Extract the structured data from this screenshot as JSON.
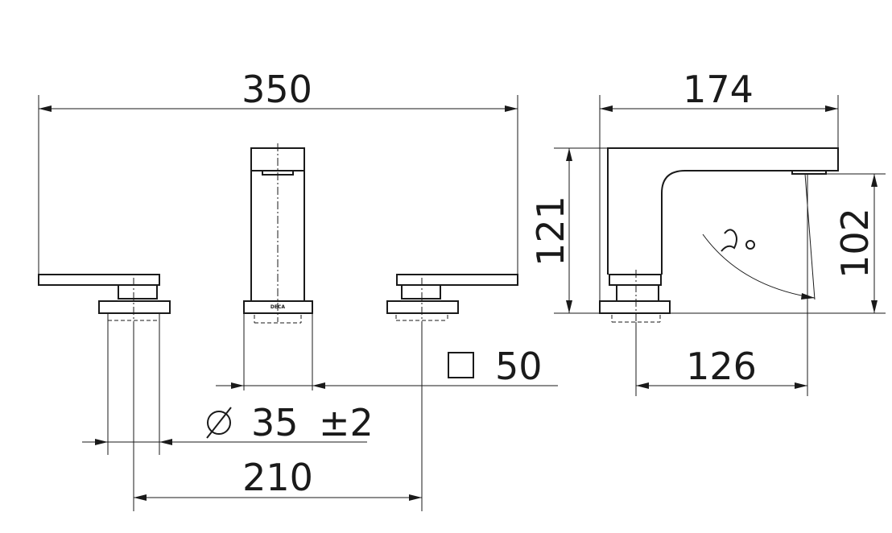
{
  "dimensions": {
    "overall_width": "350",
    "side_depth": "174",
    "height": "121",
    "spout_height": "102",
    "spout_reach": "126",
    "square_size": "50",
    "hole_diameter": "35",
    "hole_tolerance": "±2",
    "handle_spacing": "210"
  },
  "symbols": {
    "square": "square-symbol",
    "diameter": "diameter-symbol",
    "flow": "water-flow-arrow"
  },
  "colors": {
    "line": "#1a1a1a",
    "background": "#ffffff"
  }
}
